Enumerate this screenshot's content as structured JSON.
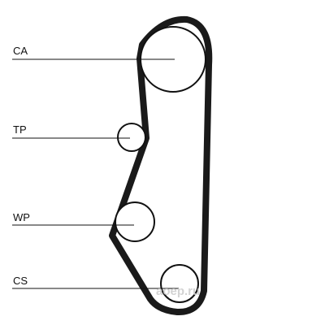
{
  "diagram": {
    "labels": {
      "ca": "CA",
      "tp": "TP",
      "wp": "WP",
      "cs": "CS"
    }
  },
  "watermark": {
    "text": "aoep.ru"
  },
  "colors": {
    "line": "#111111",
    "belt": "#1a1a1a",
    "watermark": "#cfcfcf"
  }
}
